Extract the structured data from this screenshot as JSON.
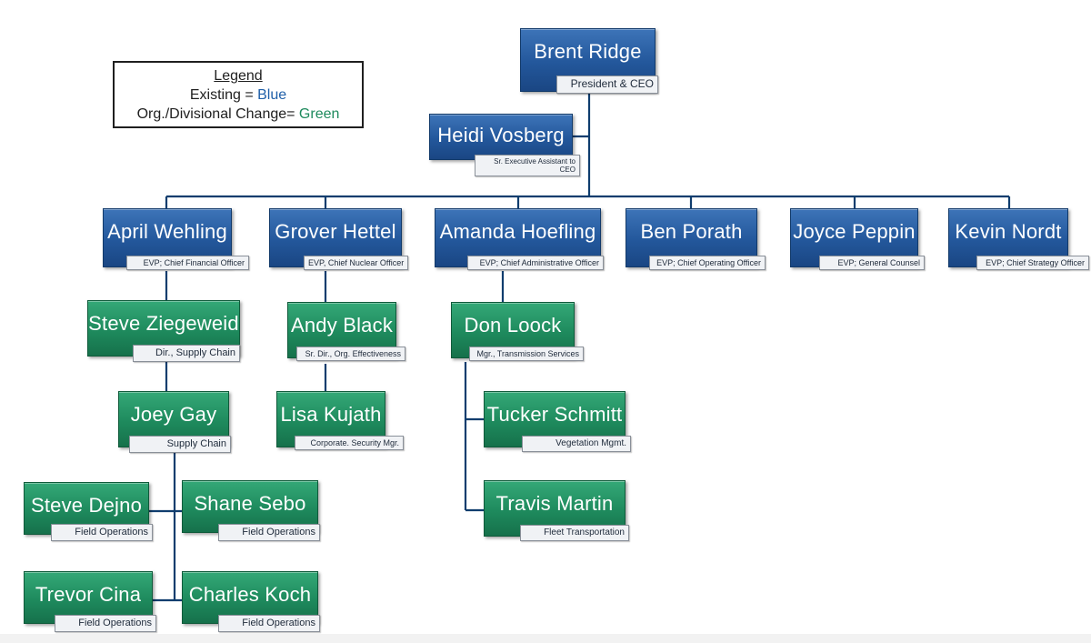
{
  "legend": {
    "title": "Legend",
    "existing_label": "Existing = ",
    "existing_color_word": "Blue",
    "change_label": "Org./Divisional Change= ",
    "change_color_word": "Green",
    "colors": {
      "existing": "#23579b",
      "change": "#1e8a5d"
    }
  },
  "nodes": {
    "brent": {
      "name": "Brent Ridge",
      "title": "President & CEO",
      "group": "existing"
    },
    "heidi": {
      "name": "Heidi Vosberg",
      "title": "Sr. Executive Assistant to CEO",
      "group": "existing"
    },
    "april": {
      "name": "April Wehling",
      "title": "EVP; Chief Financial Officer",
      "group": "existing"
    },
    "grover": {
      "name": "Grover Hettel",
      "title": "EVP, Chief Nuclear Officer",
      "group": "existing"
    },
    "amanda": {
      "name": "Amanda Hoefling",
      "title": "EVP; Chief Administrative Officer",
      "group": "existing"
    },
    "ben": {
      "name": "Ben Porath",
      "title": "EVP; Chief Operating Officer",
      "group": "existing"
    },
    "joyce": {
      "name": "Joyce Peppin",
      "title": "EVP; General Counsel",
      "group": "existing"
    },
    "kevin": {
      "name": "Kevin Nordt",
      "title": "EVP; Chief Strategy Officer",
      "group": "existing"
    },
    "steveZ": {
      "name": "Steve Ziegeweid",
      "title": "Dir., Supply Chain",
      "group": "change"
    },
    "andy": {
      "name": "Andy Black",
      "title": "Sr. Dir., Org. Effectiveness",
      "group": "change"
    },
    "don": {
      "name": "Don Loock",
      "title": "Mgr., Transmission Services",
      "group": "change"
    },
    "joey": {
      "name": "Joey Gay",
      "title": "Supply Chain",
      "group": "change"
    },
    "lisa": {
      "name": "Lisa Kujath",
      "title": "Corporate. Security Mgr.",
      "group": "change"
    },
    "tucker": {
      "name": "Tucker Schmitt",
      "title": "Vegetation Mgmt.",
      "group": "change"
    },
    "travis": {
      "name": "Travis Martin",
      "title": "Fleet Transportation",
      "group": "change"
    },
    "steveD": {
      "name": "Steve Dejno",
      "title": "Field Operations",
      "group": "change"
    },
    "shane": {
      "name": "Shane Sebo",
      "title": "Field Operations",
      "group": "change"
    },
    "trevor": {
      "name": "Trevor Cina",
      "title": "Field Operations",
      "group": "change"
    },
    "charles": {
      "name": "Charles Koch",
      "title": "Field Operations",
      "group": "change"
    }
  }
}
